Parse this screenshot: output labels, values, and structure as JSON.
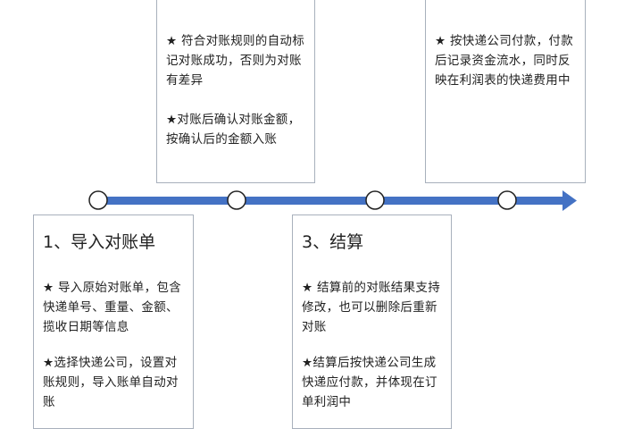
{
  "colors": {
    "timeline": "#4472c4",
    "node_fill": "#ffffff",
    "node_stroke": "#222222",
    "box_border": "#a8b0bc"
  },
  "steps": [
    {
      "title": "1、导入对账单",
      "bullets": [
        "★ 导入原始对账单，包含快递单号、重量、金额、揽收日期等信息",
        "★选择快递公司，设置对账规则，导入账单自动对账"
      ]
    },
    {
      "title": "",
      "bullets": [
        "★ 符合对账规则的自动标记对账成功，否则为对账有差异",
        "★对账后确认对账金额，按确认后的金额入账"
      ]
    },
    {
      "title": "3、结算",
      "bullets": [
        "★ 结算前的对账结果支持修改，也可以删除后重新对账",
        "★结算后按快递公司生成快递应付款，并体现在订单利润中"
      ]
    },
    {
      "title": "",
      "bullets": [
        "★ 按快递公司付款，付款后记录资金流水，同时反映在利润表的快递费用中"
      ]
    }
  ]
}
